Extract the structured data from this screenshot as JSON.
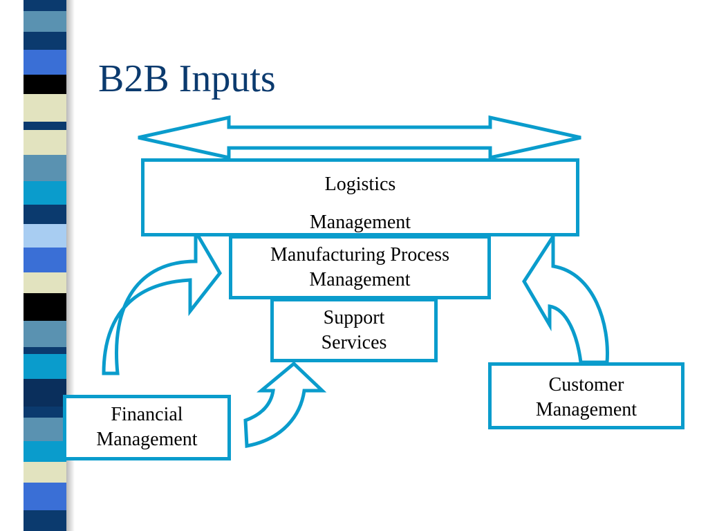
{
  "slide": {
    "title": "B2B Inputs"
  },
  "boxes": {
    "logistics": {
      "line1": "Logistics",
      "line2": "Management"
    },
    "manufacturing": {
      "line1": "Manufacturing Process",
      "line2": "Management"
    },
    "support": {
      "line1": "Support",
      "line2": "Services"
    },
    "customer": {
      "line1": "Customer",
      "line2": "Management"
    },
    "financial": {
      "line1": "Financial",
      "line2": "Management"
    }
  },
  "colors": {
    "accent_stroke": "#0a9ccc",
    "title_text": "#0b3a6e",
    "body_text": "#000000",
    "stripe_palette": [
      "#0b3a6e",
      "#5a92b1",
      "#3a6fd6",
      "#0a9ccc",
      "#000000",
      "#e2e3bf",
      "#a8cdf2",
      "#0a2f5c"
    ]
  },
  "icons": {
    "double_arrow": "double-headed-arrow-icon",
    "curved_arrows": [
      "curved-arrow-up-right-icon",
      "curved-arrow-up-icon",
      "curved-arrow-up-left-icon"
    ]
  }
}
